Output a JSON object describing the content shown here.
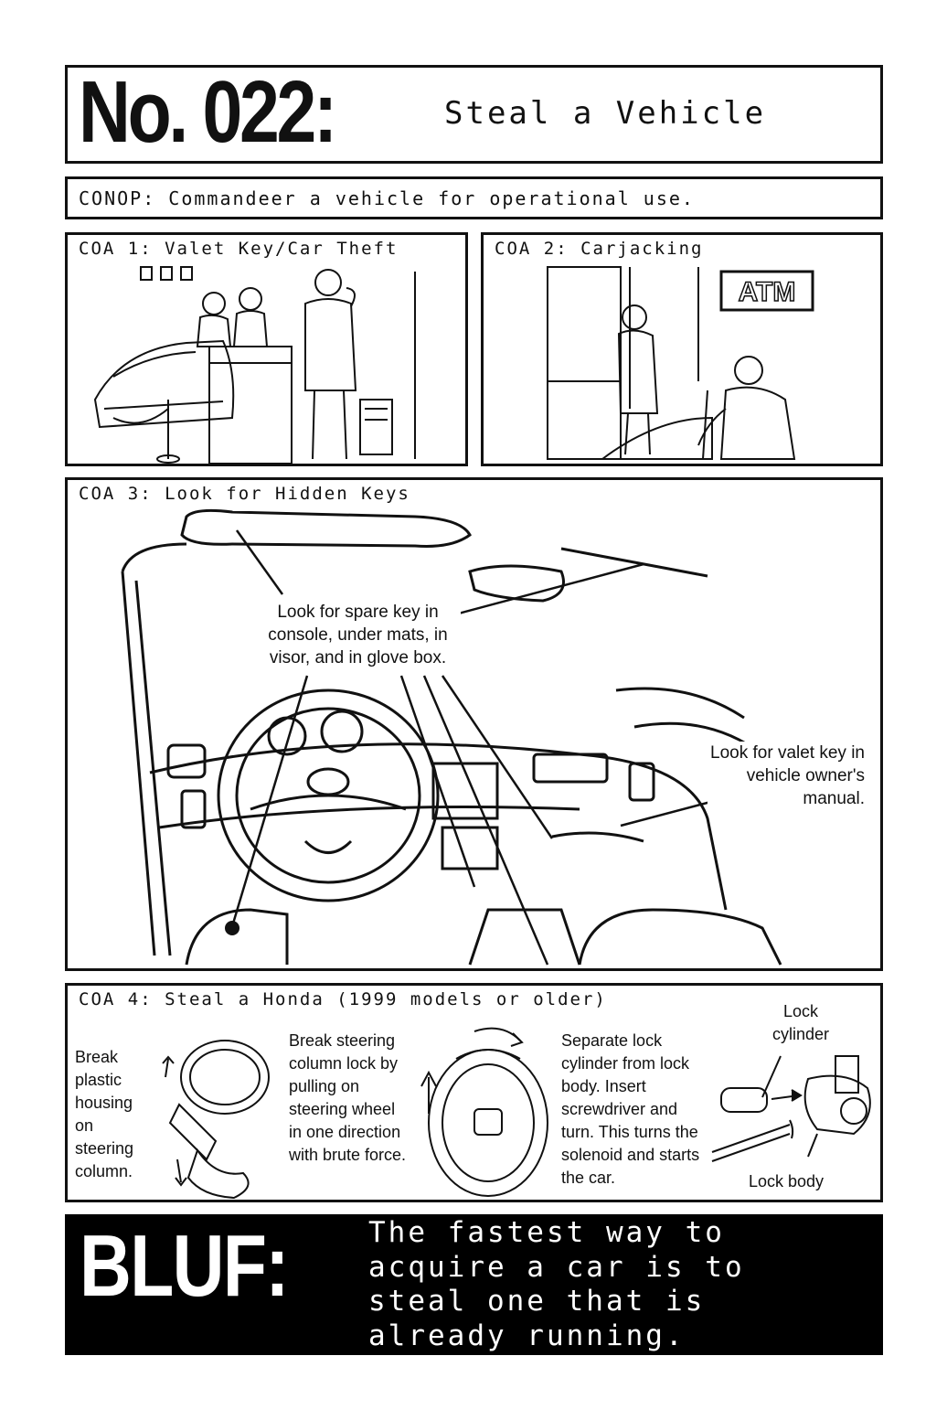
{
  "header": {
    "number": "No. 022:",
    "title": "Steal a Vehicle"
  },
  "conop": "CONOP: Commandeer a vehicle for operational use.",
  "coa1": {
    "label": "COA 1: Valet Key/Car Theft"
  },
  "coa2": {
    "label": "COA 2: Carjacking",
    "sign": "ATM"
  },
  "coa3": {
    "label": "COA 3: Look for Hidden Keys",
    "note_spare_key": "Look for spare key in console, under mats, in visor, and in glove box.",
    "note_valet_key": "Look for valet key in vehicle owner's manual."
  },
  "coa4": {
    "label": "COA 4: Steal a Honda (1999 models or older)",
    "step1": "Break plastic housing on steering column.",
    "step2": "Break steering column lock by pulling on steering wheel in one direction with brute force.",
    "step3": "Separate lock cylinder from lock body. Insert screwdriver and turn. This turns the solenoid and starts the car.",
    "label_lock_cylinder": "Lock cylinder",
    "label_lock_body": "Lock body"
  },
  "bluf": {
    "label": "BLUF:",
    "text": "The fastest way to acquire a car is to steal one that is already running."
  }
}
